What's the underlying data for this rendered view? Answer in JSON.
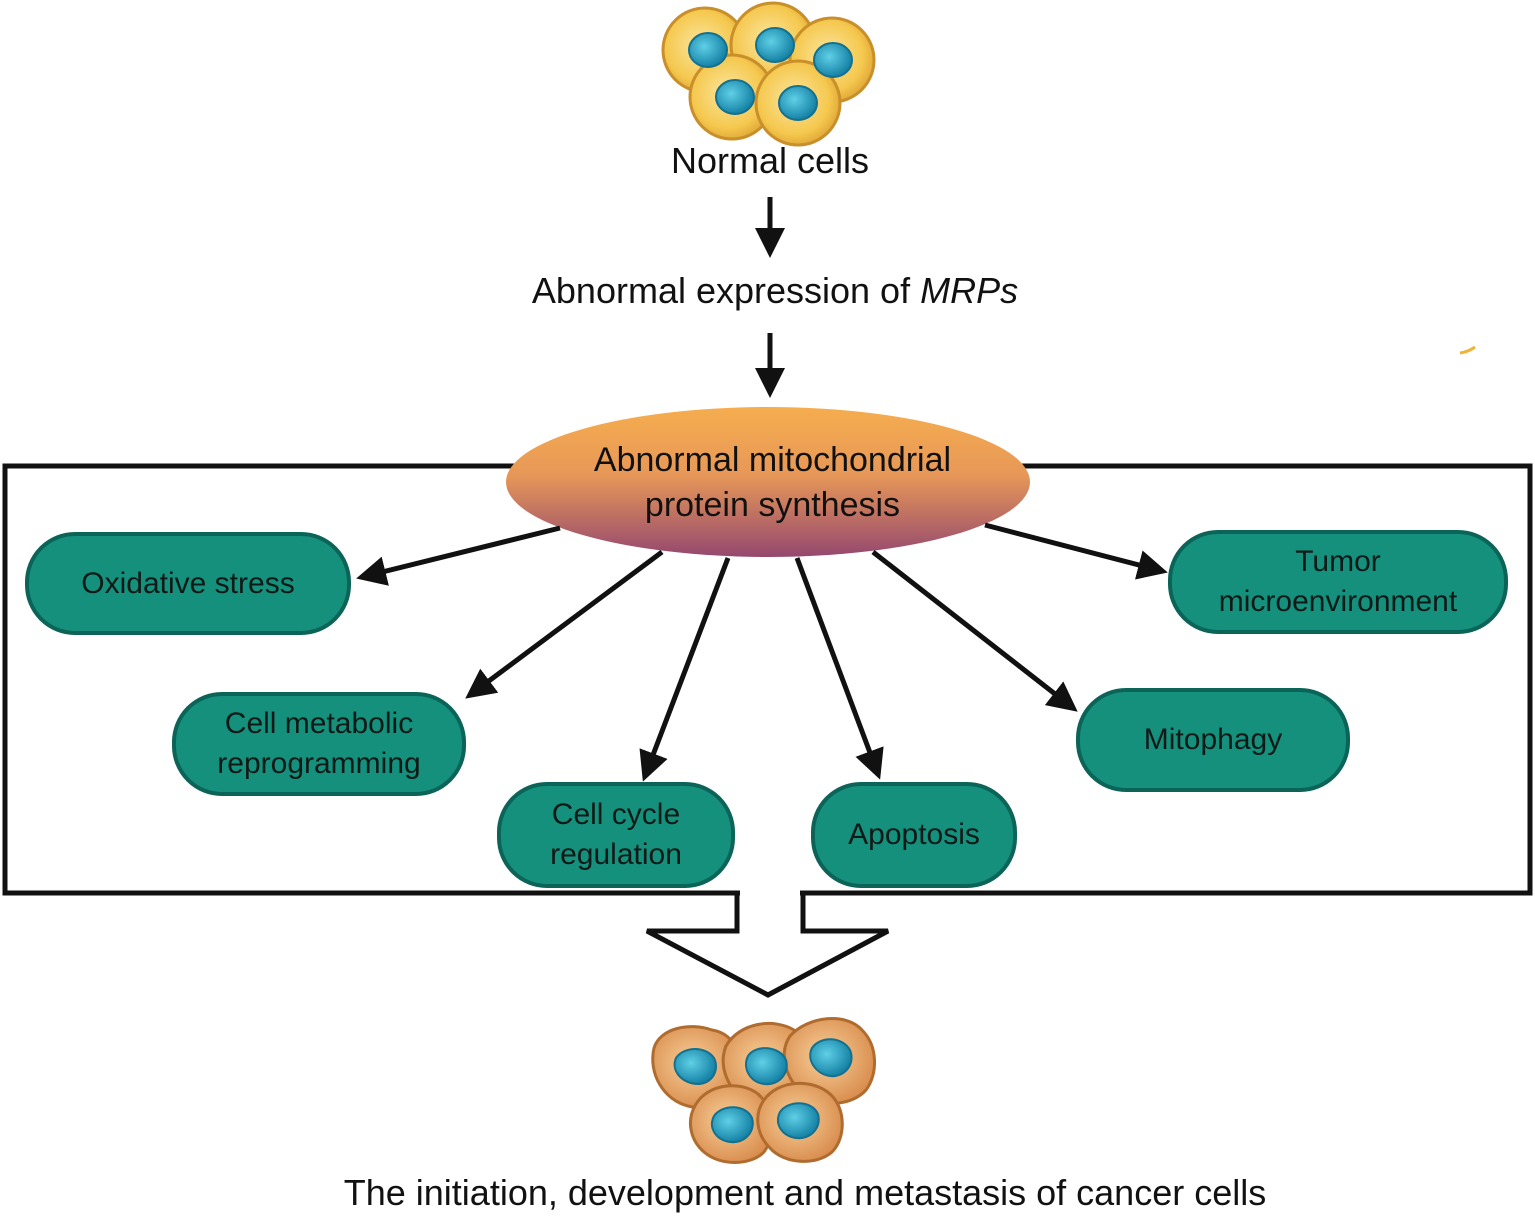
{
  "labels": {
    "normal_cells": "Normal cells",
    "abnormal_expression_prefix": "Abnormal expression of ",
    "abnormal_expression_italic": "MRPs",
    "hub": "Abnormal mitochondrial\nprotein synthesis",
    "outcome": "The initiation, development and metastasis of cancer cells"
  },
  "effects": {
    "oxidative_stress": "Oxidative stress",
    "tumor_microenvironment": "Tumor\nmicroenvironment",
    "cell_metabolic_reprogramming": "Cell metabolic\nreprogramming",
    "mitophagy": "Mitophagy",
    "cell_cycle_regulation": "Cell cycle\nregulation",
    "apoptosis": "Apoptosis"
  },
  "colors": {
    "pill_fill": "#14907d",
    "pill_border": "#0b6457",
    "hub_top": "#f6ad4e",
    "hub_bottom": "#95486e",
    "normal_cell": "#f5c84e",
    "cancer_cell": "#e8a05c",
    "nucleus": "#25a9c8"
  }
}
